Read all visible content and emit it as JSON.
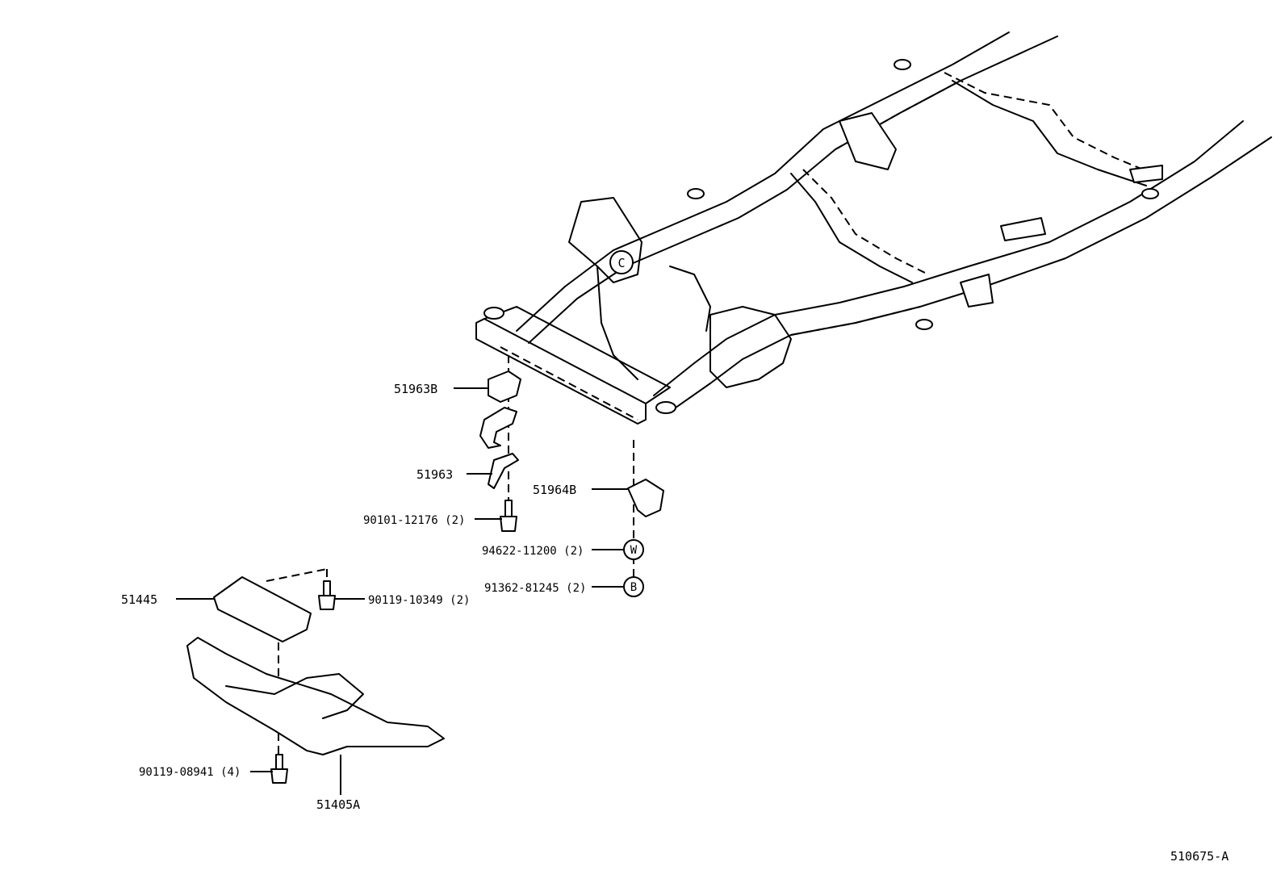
{
  "diagram": {
    "code": "510675-A",
    "frame_marker": "C",
    "callouts": [
      {
        "id": "51963B",
        "text": "51963B"
      },
      {
        "id": "51963",
        "text": "51963"
      },
      {
        "id": "90101-12176",
        "text": "90101-12176 (2)"
      },
      {
        "id": "51964B",
        "text": "51964B"
      },
      {
        "id": "94622-11200",
        "text": "94622-11200 (2)",
        "symbol": "W"
      },
      {
        "id": "91362-81245",
        "text": "91362-81245 (2)",
        "symbol": "B"
      },
      {
        "id": "51445",
        "text": "51445"
      },
      {
        "id": "90119-10349",
        "text": "90119-10349 (2)"
      },
      {
        "id": "90119-08941",
        "text": "90119-08941 (4)"
      },
      {
        "id": "51405A",
        "text": "51405A"
      }
    ]
  }
}
